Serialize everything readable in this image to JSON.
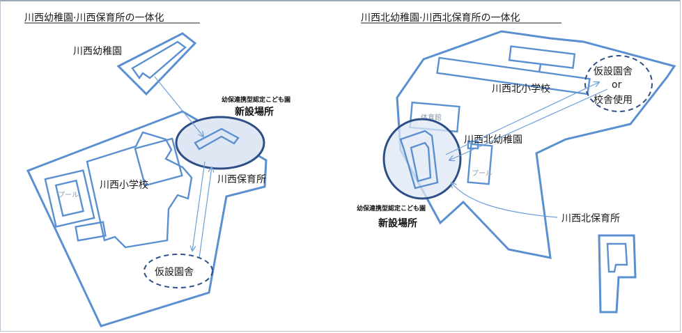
{
  "left_panel": {
    "title": "川西幼稚園·川西保育所の一体化",
    "labels": {
      "kindergarten": "川西幼稚園",
      "new_site_small": "幼保連携型認定こども園",
      "new_site": "新設場所",
      "school": "川西小学校",
      "nursery": "川西保育所",
      "pool": "プール",
      "temp_building": "仮設園舎"
    }
  },
  "right_panel": {
    "title": "川西北幼稚園·川西北保育所の一体化",
    "labels": {
      "temp_building": "仮設園舎",
      "or": "or",
      "school_use": "校舎使用",
      "school": "川西北小学校",
      "gym": "体育館",
      "kindergarten": "川西北幼稚園",
      "pool": "プール",
      "new_site_small": "幼保連携型認定こども園",
      "new_site": "新設場所",
      "nursery": "川西北保育所"
    }
  },
  "colors": {
    "building_outline": "#5a8fd0",
    "arrow": "#6f9ed8",
    "highlight_fill": "#dfe7f4",
    "highlight_stroke": "#2e4f86"
  }
}
